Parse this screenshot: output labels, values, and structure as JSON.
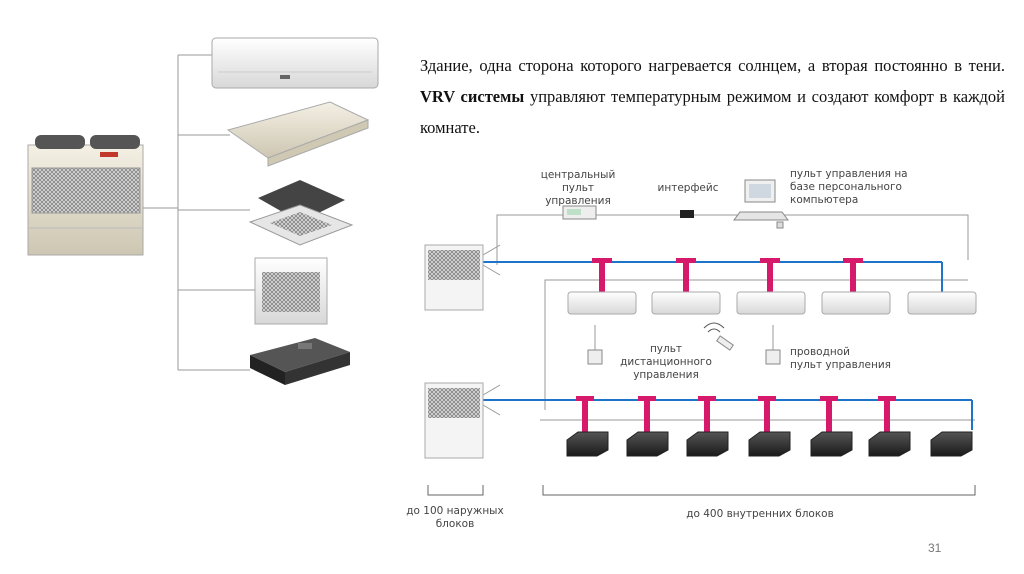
{
  "text": {
    "part1": "Здание, одна сторона которого нагревается солнцем, а вторая постоянно в тени. ",
    "bold": "VRV системы",
    "part2": " управляют температурным режимом и создают комфорт в каждой комнате."
  },
  "labels": {
    "central_1": "центральный",
    "central_2": "пульт управления",
    "interface": "интерфейс",
    "pc_1": "пульт управления на",
    "pc_2": "базе персонального",
    "pc_3": "компьютера",
    "remote_1": "пульт",
    "remote_2": "дистанционного",
    "remote_3": "управления",
    "wired_1": "проводной",
    "wired_2": "пульт управления",
    "outdoor_1": "до 100 наружных",
    "outdoor_2": "блоков",
    "indoor": "до 400  внутренних блоков"
  },
  "page_number": "31",
  "colors": {
    "pipe": "#1d74c9",
    "tee": "#d6196b",
    "line": "#888888"
  }
}
